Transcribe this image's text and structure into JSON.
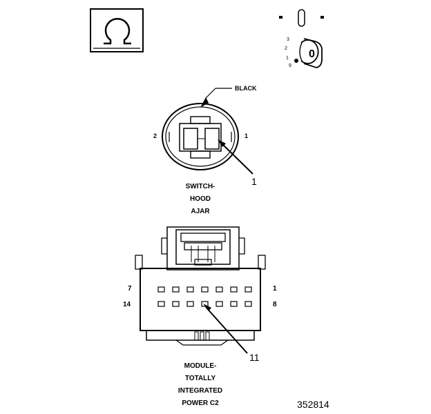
{
  "icons": {
    "omega_box": "omega-symbol-icon",
    "ignition_key": "ignition-key-icon"
  },
  "ignition": {
    "positions": [
      "3",
      "2",
      "1",
      "9"
    ],
    "key_label": "0"
  },
  "switch_connector": {
    "wire_color_label": "BLACK",
    "pin_left": "2",
    "pin_right": "1",
    "callout": "1",
    "caption": [
      "SWITCH-",
      "HOOD",
      "AJAR"
    ]
  },
  "module_connector": {
    "row1_left": "7",
    "row1_right": "1",
    "row2_left": "14",
    "row2_right": "8",
    "callout": "11",
    "caption": [
      "MODULE-",
      "TOTALLY",
      "INTEGRATED",
      "POWER C2"
    ]
  },
  "figure_number": "352814"
}
